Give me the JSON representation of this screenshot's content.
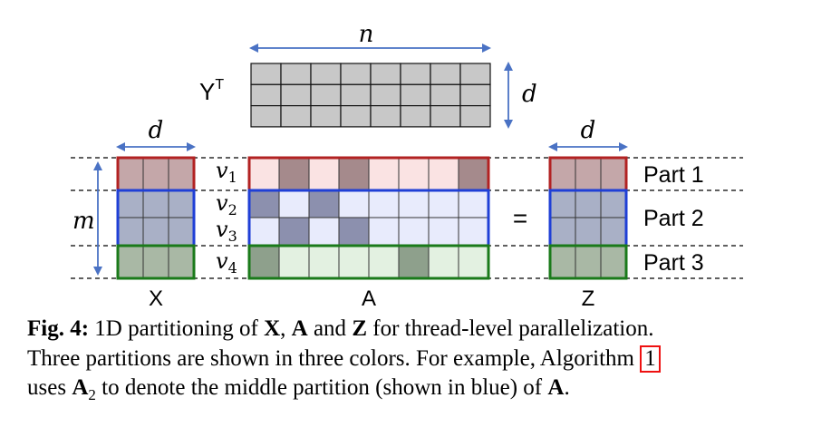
{
  "labels": {
    "n": "n",
    "d_top": "d",
    "d_right": "d",
    "d_left": "d",
    "m": "m",
    "yt": "Y",
    "yt_sup": "T",
    "v1": "v",
    "v1_sub": "1",
    "v2": "v",
    "v2_sub": "2",
    "v3": "v",
    "v3_sub": "3",
    "v4": "v",
    "v4_sub": "4",
    "equals": "=",
    "x": "X",
    "a": "A",
    "z": "Z",
    "part1": "Part 1",
    "part2": "Part 2",
    "part3": "Part 3"
  },
  "colors": {
    "red": "#b22222",
    "blue": "#1f3fd6",
    "green": "#1a7a1a",
    "gray_cell": "#c8c8c8",
    "x_red_fill": "#c4a7a9",
    "x_blue_fill": "#a9b0c6",
    "x_green_fill": "#a9b8a5",
    "a_red_light": "#fae3e3",
    "a_red_dark": "#a58a8c",
    "a_blue_light": "#e8ebfc",
    "a_blue_dark": "#8c90ae",
    "a_green_light": "#e3f1e1",
    "a_green_dark": "#8ea08c"
  },
  "caption": {
    "fig": "Fig. 4:",
    "line1_a": " 1D partitioning of ",
    "x": "X",
    "comma": ", ",
    "a": "A",
    "and": " and ",
    "z": "Z",
    "line1_b": " for thread-level parallelization.",
    "line2": "Three partitions are shown in three colors. For example, Algorithm ",
    "ref": "1",
    "line3_a": "uses ",
    "a2": "A",
    "a2_sub": "2",
    "line3_b": " to denote the middle partition (shown in blue) of ",
    "a_end": "A",
    "period": "."
  },
  "matrix_a": {
    "rows": [
      [
        "light",
        "dark",
        "light",
        "dark",
        "light",
        "light",
        "light",
        "dark"
      ],
      [
        "dark",
        "light",
        "dark",
        "light",
        "light",
        "light",
        "light",
        "light"
      ],
      [
        "light",
        "dark",
        "light",
        "dark",
        "light",
        "light",
        "light",
        "light"
      ],
      [
        "dark",
        "light",
        "light",
        "light",
        "light",
        "dark",
        "light",
        "light"
      ]
    ],
    "row_partition": [
      "red",
      "blue",
      "blue",
      "green"
    ]
  }
}
